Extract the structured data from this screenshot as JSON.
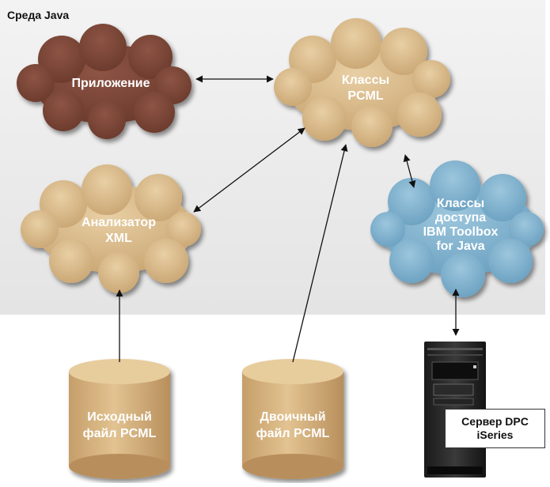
{
  "environment": {
    "title": "Среда Java"
  },
  "nodes": {
    "application": {
      "label": "Приложение",
      "color": "#7a4535"
    },
    "pcml_classes": {
      "line1": "Классы",
      "line2": "PCML",
      "color": "#d8b98a"
    },
    "xml_parser": {
      "line1": "Анализатор",
      "line2": "XML",
      "color": "#d8b98a"
    },
    "toolbox_classes": {
      "line1": "Классы",
      "line2": "доступа",
      "line3": "IBM Toolbox",
      "line4": "for Java",
      "color": "#7fb2cf"
    },
    "source_file": {
      "line1": "Исходный",
      "line2": "файл PCML",
      "color": "#d6b27e"
    },
    "binary_file": {
      "line1": "Двоичный",
      "line2": "файл PCML",
      "color": "#d6b27e"
    },
    "server": {
      "line1": "Сервер DPC",
      "line2": "iSeries"
    }
  }
}
